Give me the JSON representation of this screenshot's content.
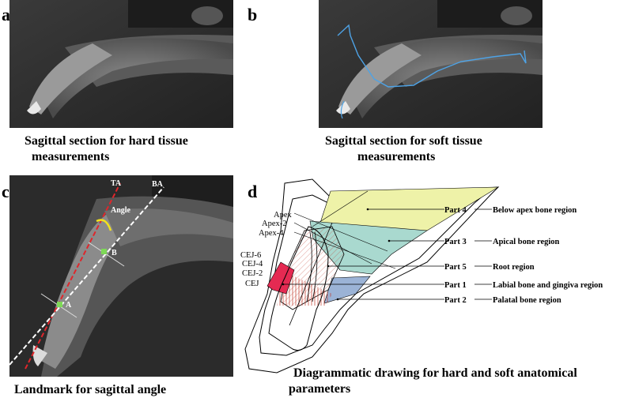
{
  "panels": {
    "a": {
      "letter": "a",
      "caption_line1": "Sagittal section for hard tissue",
      "caption_line2": "measurements"
    },
    "b": {
      "letter": "b",
      "caption_line1": "Sagittal section for soft tissue",
      "caption_line2": "measurements"
    },
    "c": {
      "letter": "c",
      "caption": "Landmark for sagittal angle",
      "labels": {
        "ta": "TA",
        "ba": "BA",
        "angle": "Angle",
        "point_a": "A",
        "point_b": "B"
      }
    },
    "d": {
      "letter": "d",
      "caption_line1": "Diagrammatic drawing for hard and soft anatomical",
      "caption_line2": "parameters",
      "left_labels": [
        "Apex",
        "Apex-2",
        "Apex-4",
        "CEJ-6",
        "CEJ-4",
        "CEJ-2",
        "CEJ"
      ],
      "parts": [
        {
          "id": "Part 4",
          "name": "Below apex bone region"
        },
        {
          "id": "Part 3",
          "name": "Apical bone region"
        },
        {
          "id": "Part 5",
          "name": "Root region"
        },
        {
          "id": "Part 1",
          "name": "Labial  bone and gingiva region"
        },
        {
          "id": "Part 2",
          "name": "Palatal bone region"
        }
      ]
    }
  },
  "colors": {
    "soft_tissue_trace": "#4ea3e6",
    "tooth_axis": "#e0262b",
    "bone_axis": "#ffffff",
    "landmark": "#7ed957",
    "angle_arc": "#f2e21c",
    "part4_fill": "#eef2a8",
    "part3_fill": "#a9d9cf",
    "part2_fill": "#9bb3d6",
    "part1_fill": "#e52a52"
  }
}
